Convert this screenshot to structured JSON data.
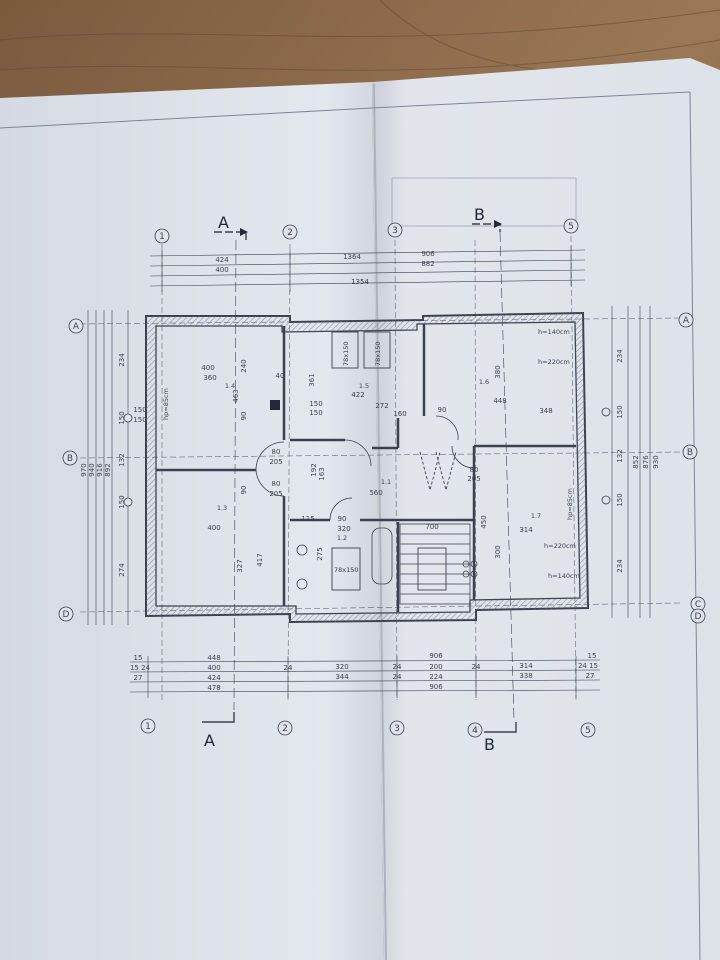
{
  "photo": {
    "colors": {
      "wood": "#8d6b4b",
      "paper": "#dfe4ea",
      "ink": "#3c4150",
      "dark_ink": "#23273a"
    }
  },
  "plan": {
    "section_labels": [
      "A",
      "B",
      "A",
      "B"
    ],
    "axis_labels_top": [
      "1",
      "2",
      "3",
      "4",
      "5"
    ],
    "axis_labels_side": [
      "A",
      "B",
      "C",
      "D"
    ],
    "dims_top": {
      "row1": [
        "424",
        "1364",
        "906"
      ],
      "row2": [
        "400",
        "882"
      ],
      "row3": [
        "1354"
      ]
    },
    "dims_bottom": {
      "row1": [
        "15",
        "448",
        "906",
        "15"
      ],
      "row2": [
        "15 24",
        "400",
        "24",
        "320",
        "24",
        "200",
        "24",
        "314",
        "24 15"
      ],
      "row3": [
        "27",
        "424",
        "344",
        "24",
        "224",
        "338",
        "27"
      ],
      "row4": [
        "478",
        "906"
      ]
    },
    "dims_left": [
      "970",
      "940",
      "916",
      "892",
      "234",
      "150",
      "132",
      "150",
      "274"
    ],
    "dims_right": [
      "234",
      "150",
      "132",
      "150",
      "234",
      "930",
      "876",
      "852"
    ],
    "rooms": [
      "1.4",
      "1.5",
      "1.6",
      "1.1",
      "1.3",
      "1.2",
      "1.7"
    ],
    "inner_dims": [
      "400",
      "360",
      "40",
      "240",
      "361",
      "422",
      "150",
      "150",
      "272",
      "160",
      "90",
      "448",
      "348",
      "380",
      "90",
      "90",
      "463",
      "192",
      "163",
      "560",
      "90",
      "320",
      "115",
      "700",
      "400",
      "417",
      "327",
      "275",
      "450",
      "314",
      "300",
      "80",
      "205",
      "80",
      "205",
      "80",
      "205",
      "150",
      "150"
    ],
    "notes": [
      "h=140cm",
      "h=220cm",
      "hp=85cm",
      "hp=85cm",
      "h=220cm",
      "h=140cm",
      "78x150",
      "78x150",
      "78x150"
    ]
  }
}
